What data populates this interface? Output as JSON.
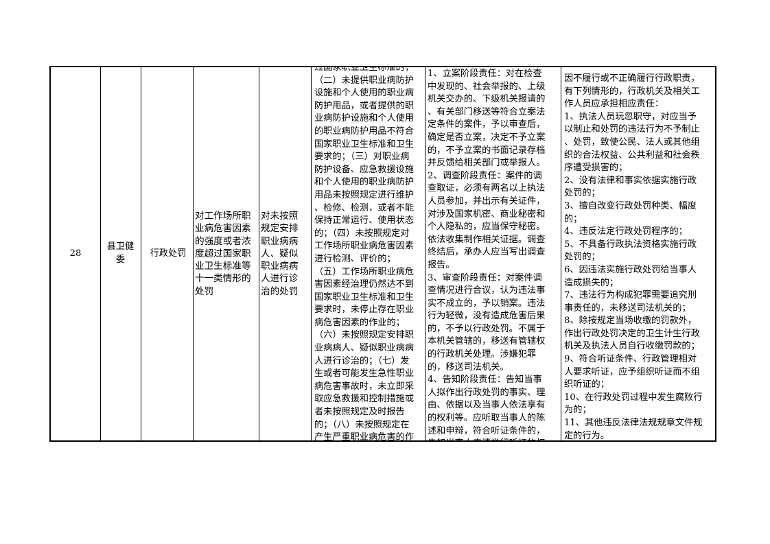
{
  "row": {
    "number": "28",
    "department": "县卫健\n委",
    "power_type": "行政处罚",
    "matter": "对工作场所职\n业病危害因素\n的强度或者浓\n度超过国家职\n业卫生标准等\n十一类情形的\n处罚",
    "sub_item": "对未按照\n规定安排\n职业病病\n人、疑似\n职业病病\n人进行诊\n治的处罚",
    "basis": "过国家职业卫生标准的；\n（二）未提供职业病防护\n设施和个人使用的职业病\n防护用品，或者提供的职\n业病防护设施和个人使用\n的职业病防护用品不符合\n国家职业卫生标准和卫生\n要求的；（三）对职业病\n防护设备、应急救援设施\n和个人使用的职业病防护\n用品未按照规定进行维护\n、检修、检测，或者不能\n保持正常运行、使用状态\n的；（四）未按照规定对\n工作场所职业病危害因素\n进行检测、评价的；\n（五）工作场所职业病危\n害因素经治理仍然达不到\n国家职业卫生标准和卫生\n要求时，未停止存在职业\n病危害因素的作业的；\n（六）未按照规定安排职\n业病病人、疑似职业病病\n人进行诊治的；（七）发\n生或者可能发生急性职业\n病危害事故时，未立即采\n取应急救援和控制措施或\n者未按照规定及时报告\n的；（八）未按照规定在\n产生严重职业病危害的作\n业岗位醒目位置设置警示",
    "responsibility": "1、立案阶段责任：对在检查\n中发现的、社会举报的、上级\n机关交办的、下级机关报请的\n、有关部门移送等符合立案法\n定条件的案件，予以审查后，\n确定是否立案，决定不予立案\n的，不予立案的书面记录存档\n并反馈给相关部门或举报人。\n2、调查阶段责任：案件的调\n查取证，必须有两名以上执法\n人员参加，并出示有关证件，\n对涉及国家机密、商业秘密和\n个人隐私的，应当保守秘密。\n依法收集制作相关证据。调查\n终结后，承办人应当写出调查\n报告。\n3、审查阶段责任：对案件调\n查情况进行合议，认为违法事\n实不成立的，予以销案。违法\n行为轻微，没有造成危害后果\n的，不予以行政处罚。不属于\n本机关管辖的，移送有管辖权\n的行政机关处理。涉嫌犯罪\n的，移送司法机关。\n4、告知阶段责任：告知当事\n人拟作出行政处罚的事实、理\n由、依据以及当事人依法享有\n的权利等。应听取当事人的陈\n述和申辩，符合听证条件的，\n告知当事人申请举行听证的权\n利。",
    "accountability": "因不履行或不正确履行行政职责，\n有下列情形的，行政机关及相关工\n作人员应承担相应责任：\n1、执法人员玩忽职守，对应当予\n以制止和处罚的违法行为不予制止\n、处罚，致使公民、法人或其他组\n织的合法权益、公共利益和社会秩\n序遭受损害的；\n2、没有法律和事实依据实施行政\n处罚的；\n3、擅自改变行政处罚种类、幅度\n的；\n4、违反法定行政处罚程序的；\n5、不具备行政执法资格实施行政\n处罚的；\n6、因违法实施行政处罚给当事人\n造成损失的；\n7、违法行为构成犯罪需要追究刑\n事责任的，未移送司法机关的；\n8、除按规定当场收缴的罚款外，\n作出行政处罚决定的卫生计生行政\n机关及执法人员自行收缴罚款的；\n9、符合听证条件、行政管理相对\n人要求听证，应予组织听证而不组\n织听证的；\n10、在行政处罚过程中发生腐败行\n为的；\n11、其他违反法律法规规章文件规\n定的行为。"
  }
}
